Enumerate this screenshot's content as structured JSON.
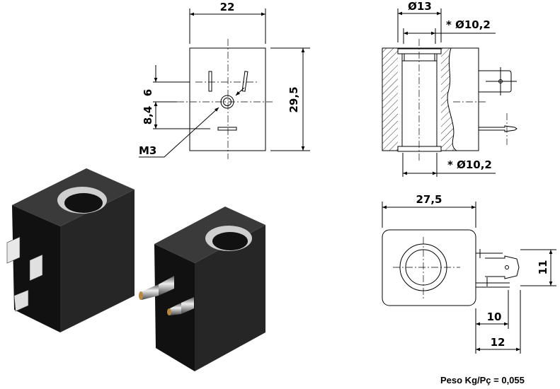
{
  "front_view": {
    "width_label": "22",
    "height_label": "29,5",
    "pin_spacing_upper_label": "6",
    "pin_spacing_lower_label": "8,4",
    "thread_label": "M3"
  },
  "section_view": {
    "outer_diameter_label": "Ø13",
    "inner_diameter_top_label": "* Ø10,2",
    "inner_diameter_bottom_label": "* Ø10,2"
  },
  "top_view": {
    "depth_label": "27,5",
    "terminal_height_label": "11",
    "terminal_offset_label": "10",
    "terminal_length_label": "12"
  },
  "weight_label": "Peso Kg/Pç = 0,055",
  "colors": {
    "ink": "#000000",
    "body": "#1c1c1c",
    "highlight": "#d8d8d8"
  }
}
